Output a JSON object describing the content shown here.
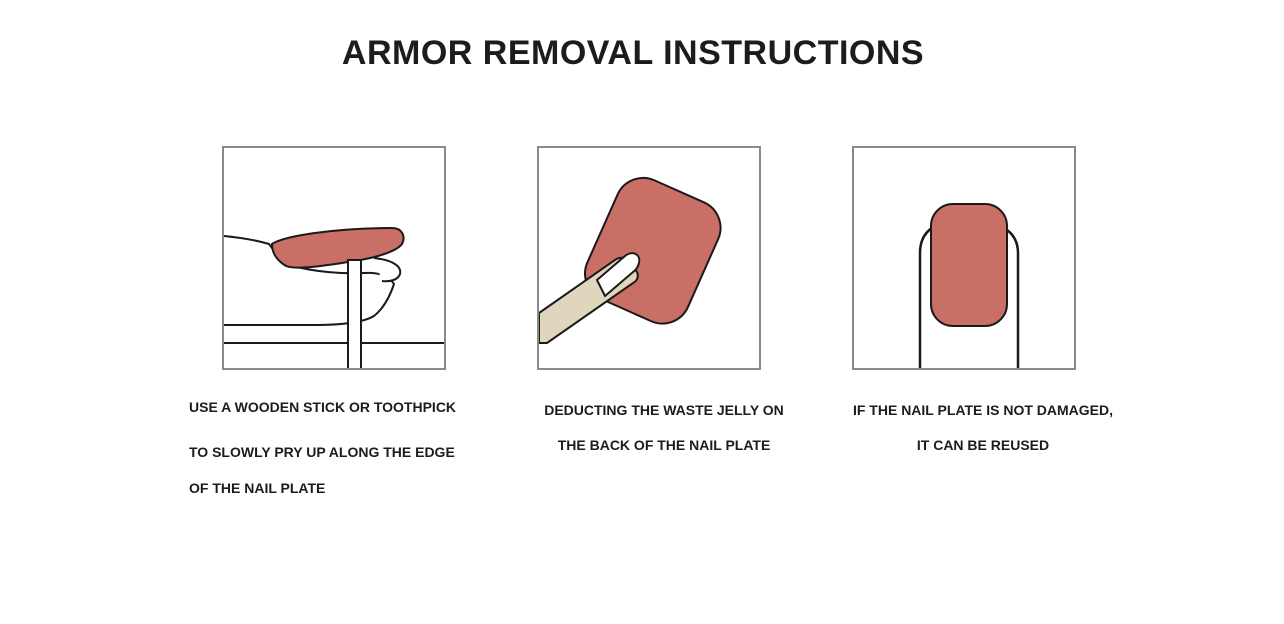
{
  "title": "ARMOR REMOVAL INSTRUCTIONS",
  "colors": {
    "nail": "#c96f66",
    "stick": "#e0d6bd",
    "outline": "#1a1a1a",
    "frame": "#8a8a8a"
  },
  "steps": [
    {
      "lines": [
        "USE A WOODEN STICK OR TOOTHPICK",
        "TO SLOWLY PRY UP ALONG THE EDGE",
        "OF THE NAIL PLATE"
      ]
    },
    {
      "lines": [
        "DEDUCTING THE WASTE JELLY ON",
        "THE BACK OF THE NAIL PLATE"
      ]
    },
    {
      "lines": [
        "IF THE NAIL PLATE IS NOT DAMAGED,",
        "IT CAN BE REUSED"
      ]
    }
  ]
}
